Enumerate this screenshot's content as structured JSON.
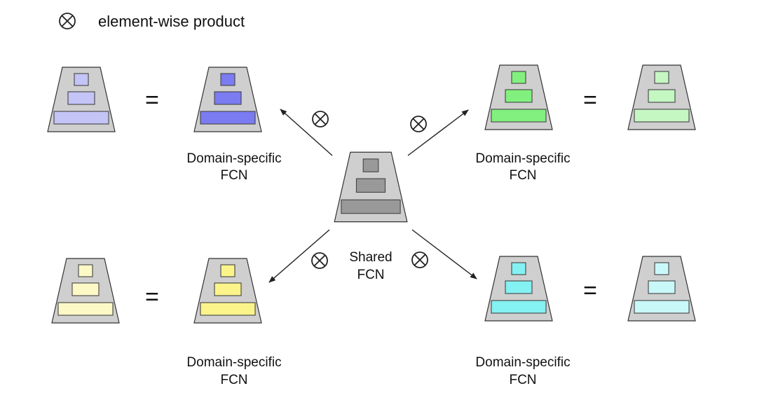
{
  "legend": {
    "symbol": "⊗",
    "text": "element-wise product"
  },
  "shared": {
    "line1": "Shared",
    "line2": "FCN",
    "color": "#999999"
  },
  "domain_label": {
    "line1": "Domain-specific",
    "line2": "FCN"
  },
  "equals": "=",
  "operator": "⊗",
  "colors": {
    "frame": "#cfcfcf",
    "blue": "#7b7bf2",
    "blue_light": "#c4c4f7",
    "green": "#82f07e",
    "green_light": "#c5f7c3",
    "yellow": "#fbf48a",
    "yellow_light": "#fdf9c6",
    "cyan": "#84f1f3",
    "cyan_light": "#c9f8f9"
  }
}
